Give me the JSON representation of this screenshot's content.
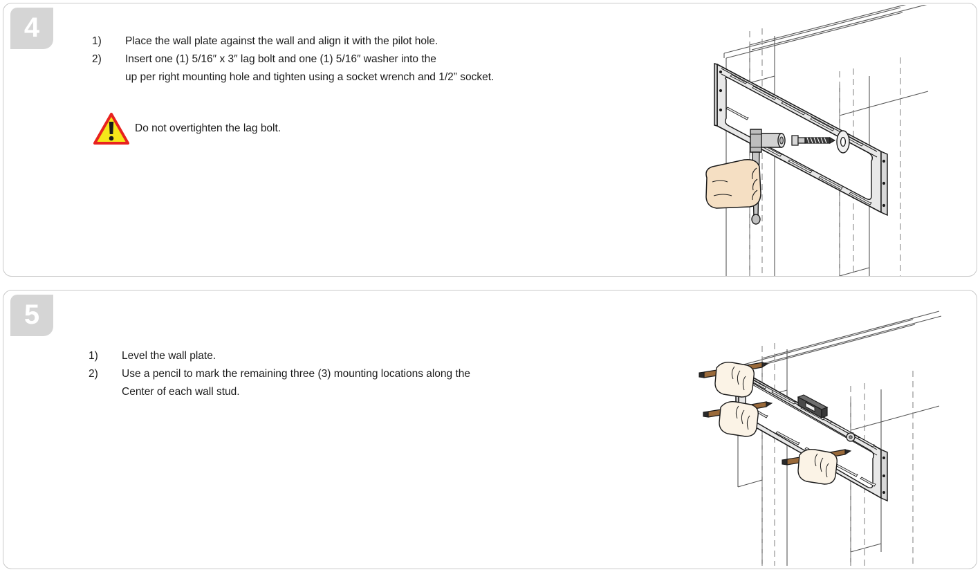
{
  "document": {
    "type": "installation-instruction-sheet",
    "background": "#ffffff",
    "panel_border_color": "#c9c9c9",
    "badge_color": "#d5d5d5",
    "badge_text_color": "#ffffff"
  },
  "steps": [
    {
      "number": "4",
      "instructions": [
        {
          "marker": "1)",
          "text": "Place the wall plate against the wall and align it with the pilot hole.",
          "continuation": ""
        },
        {
          "marker": "2)",
          "text": "Insert one (1) 5/16″ x 3″ lag bolt and one (1) 5/16″ washer into the",
          "continuation": "up per right mounting hole and tighten using a socket wrench and 1/2” socket."
        }
      ],
      "warning": {
        "icon": "warning-triangle-icon",
        "text": "Do not overtighten the lag bolt.",
        "triangle_fill": "#f5e61a",
        "triangle_border": "#e8221f",
        "mark_color": "#1a1a1a"
      },
      "illustration": {
        "name": "wall-plate-lag-bolt-socket-wrench-illustration",
        "elements": [
          "wall-framing-studs",
          "stud-center-dashed-lines",
          "wall-plate-bracket",
          "socket-wrench",
          "hand-gripping-wrench",
          "lag-bolt",
          "washer"
        ],
        "colors": {
          "outline": "#1a1a1a",
          "plate_fill": "#e8e8e8",
          "metal_fill": "#b8b8b8",
          "skin_fill": "#f5dfc3",
          "wall_line": "#555555",
          "dash_line": "#8a8a8a"
        }
      }
    },
    {
      "number": "5",
      "instructions": [
        {
          "marker": "1)",
          "text": "Level the wall plate.",
          "continuation": ""
        },
        {
          "marker": "2)",
          "text": "Use a pencil to mark the remaining three (3) mounting locations along the",
          "continuation": "Center of each wall stud."
        }
      ],
      "illustration": {
        "name": "wall-plate-leveling-pencil-marking-illustration",
        "elements": [
          "wall-framing-studs",
          "stud-center-dashed-lines",
          "wall-plate-bracket",
          "bubble-level",
          "hand-with-pencil-upper-left",
          "hand-with-pencil-middle-left",
          "hand-with-pencil-lower-center"
        ],
        "colors": {
          "outline": "#1a1a1a",
          "plate_fill": "#e8e8e8",
          "level_fill": "#4a4a4a",
          "skin_fill": "#fbf3e6",
          "pencil_fill": "#9a6a3a",
          "pencil_tip": "#2a2a2a",
          "wall_line": "#555555",
          "dash_line": "#8a8a8a"
        }
      }
    }
  ]
}
